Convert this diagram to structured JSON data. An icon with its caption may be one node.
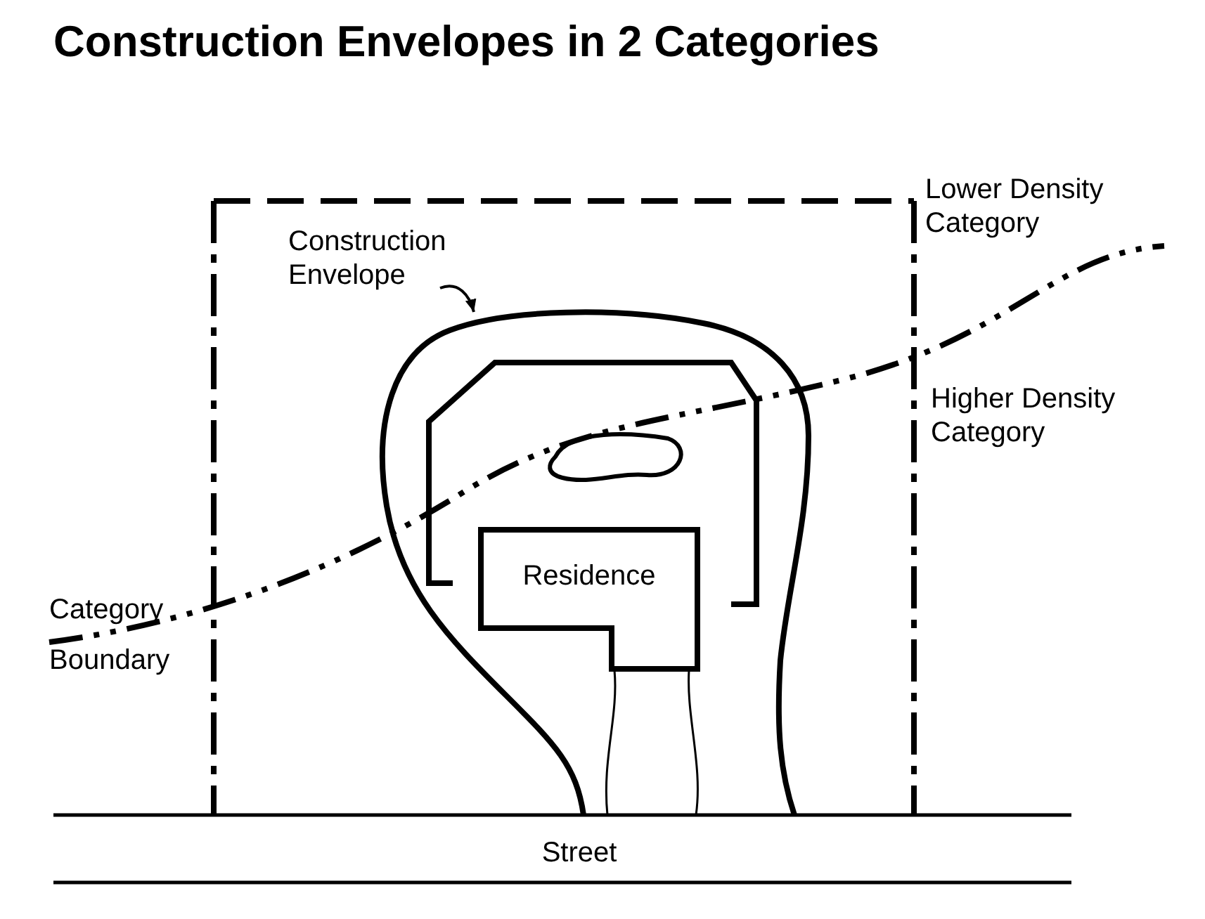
{
  "diagram": {
    "title": "Construction Envelopes in 2 Categories",
    "nodes": [
      {
        "text": [
          "Construction Envelope"
        ]
      },
      {
        "text": [],
        "shape": "outline"
      },
      {
        "text": [
          "Residence"
        ],
        "in": 1
      }
    ],
    "edges": [
      {
        "from": 0,
        "to": 1,
        "arrow": "to"
      }
    ],
    "labels": [
      "Lower Density Category",
      "Higher Density Category",
      "Category Boundary",
      "Street"
    ]
  }
}
